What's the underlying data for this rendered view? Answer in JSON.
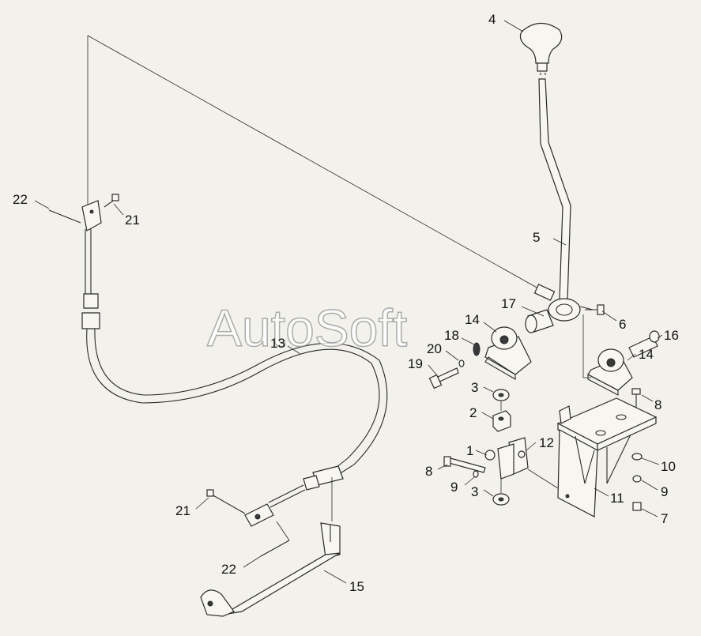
{
  "watermark": "AutoSoft",
  "callouts": [
    {
      "id": "c4",
      "text": "4"
    },
    {
      "id": "c5",
      "text": "5"
    },
    {
      "id": "c6",
      "text": "6"
    },
    {
      "id": "c17",
      "text": "17"
    },
    {
      "id": "c14a",
      "text": "14"
    },
    {
      "id": "c18",
      "text": "18"
    },
    {
      "id": "c20",
      "text": "20"
    },
    {
      "id": "c19",
      "text": "19"
    },
    {
      "id": "c16",
      "text": "16"
    },
    {
      "id": "c14b",
      "text": "14"
    },
    {
      "id": "c8a",
      "text": "8"
    },
    {
      "id": "c3a",
      "text": "3"
    },
    {
      "id": "c2",
      "text": "2"
    },
    {
      "id": "c1",
      "text": "1"
    },
    {
      "id": "c12",
      "text": "12"
    },
    {
      "id": "c8b",
      "text": "8"
    },
    {
      "id": "c9a",
      "text": "9"
    },
    {
      "id": "c3b",
      "text": "3"
    },
    {
      "id": "c10",
      "text": "10"
    },
    {
      "id": "c9b",
      "text": "9"
    },
    {
      "id": "c11",
      "text": "11"
    },
    {
      "id": "c7",
      "text": "7"
    },
    {
      "id": "c22a",
      "text": "22"
    },
    {
      "id": "c21a",
      "text": "21"
    },
    {
      "id": "c13",
      "text": "13"
    },
    {
      "id": "c21b",
      "text": "21"
    },
    {
      "id": "c22b",
      "text": "22"
    },
    {
      "id": "c15",
      "text": "15"
    }
  ]
}
